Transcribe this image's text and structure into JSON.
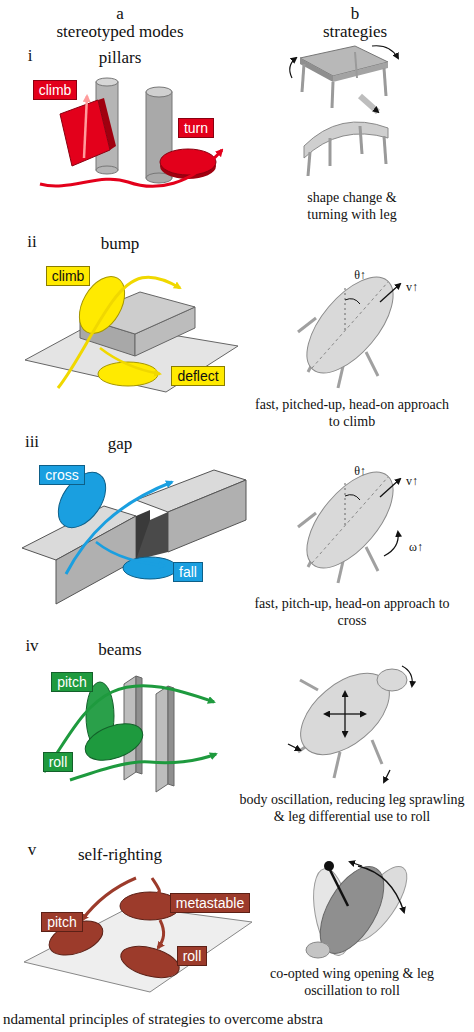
{
  "diagram": {
    "caption": "ndamental principles of strategies to overcome abstra",
    "nodes": [
      {
        "text": [
          "climb"
        ]
      },
      {
        "text": [
          "turn"
        ]
      },
      {
        "text": [
          "climb"
        ]
      },
      {
        "text": [
          "deflect"
        ]
      },
      {
        "text": [
          "cross"
        ]
      },
      {
        "text": [
          "fall"
        ]
      },
      {
        "text": [
          "pitch"
        ]
      },
      {
        "text": [
          "roll"
        ]
      },
      {
        "text": [
          "pitch"
        ]
      },
      {
        "text": [
          "metastable"
        ]
      },
      {
        "text": [
          "roll"
        ]
      }
    ],
    "labels": [
      "a",
      "stereotyped modes",
      "b",
      "strategies",
      "i",
      "pillars",
      "shape change & turning with leg",
      "ii",
      "bump",
      "θ↑",
      "v↑",
      "fast, pitched-up, head-on approach to climb",
      "iii",
      "gap",
      "θ↑",
      "v↑",
      "ω↑",
      "fast, pitch-up, head-on approach to cross",
      "iv",
      "beams",
      "body oscillation, reducing leg sprawling & leg differential use to roll",
      "v",
      "self-righting",
      "co-opted wing opening & leg oscillation to roll"
    ]
  }
}
